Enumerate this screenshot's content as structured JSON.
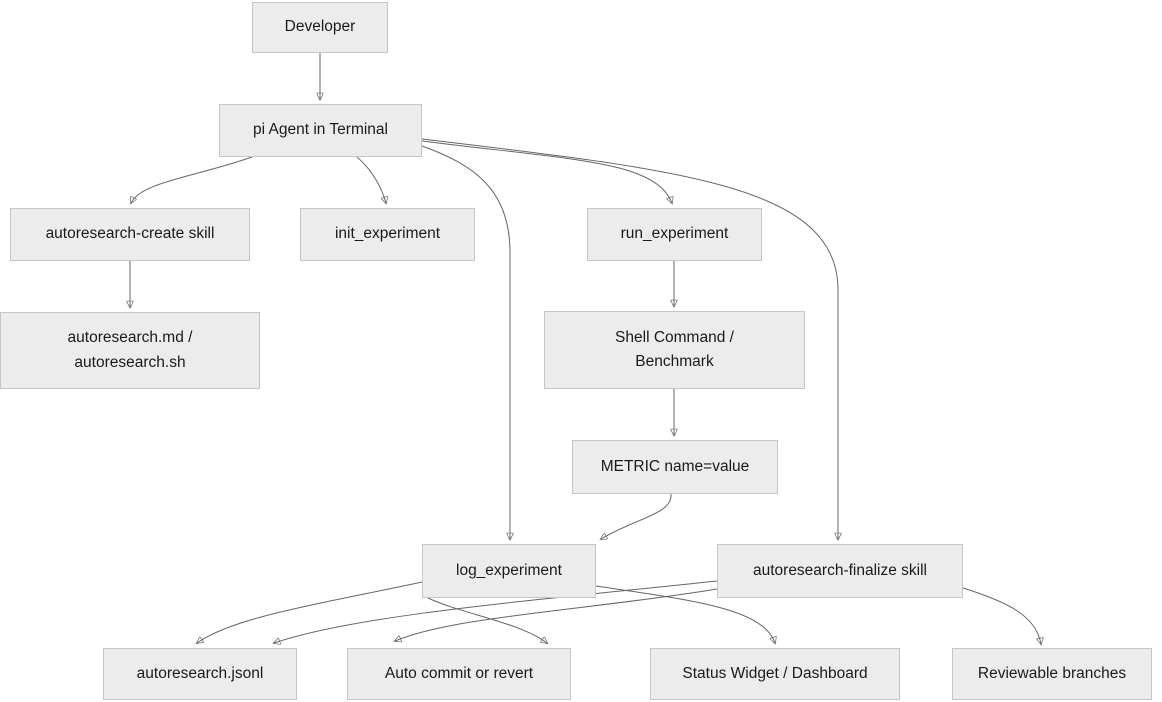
{
  "diagram": {
    "title": "",
    "type": "flowchart",
    "colors": {
      "background": "#ffffff",
      "node_fill": "#ececec",
      "node_border": "#c6c6c6",
      "edge": "#666666",
      "text": "#1a1a1a"
    },
    "nodes": {
      "developer": {
        "label": "Developer"
      },
      "pi_agent": {
        "label": "pi Agent in Terminal"
      },
      "create_skill": {
        "label": "autoresearch-create skill"
      },
      "init_exp": {
        "label": "init_experiment"
      },
      "run_exp": {
        "label": "run_experiment"
      },
      "md_sh": {
        "label": "autoresearch.md / autoresearch.sh",
        "lines": [
          "autoresearch.md /",
          "autoresearch.sh"
        ]
      },
      "shell_bench": {
        "label": "Shell Command / Benchmark",
        "lines": [
          "Shell Command /",
          "Benchmark"
        ]
      },
      "metric": {
        "label": "METRIC name=value"
      },
      "log_exp": {
        "label": "log_experiment"
      },
      "finalize_skill": {
        "label": "autoresearch-finalize skill"
      },
      "jsonl": {
        "label": "autoresearch.jsonl"
      },
      "auto_commit": {
        "label": "Auto commit or revert"
      },
      "status_widget": {
        "label": "Status Widget / Dashboard"
      },
      "reviewable": {
        "label": "Reviewable branches"
      }
    },
    "edges": [
      {
        "from": "developer",
        "to": "pi_agent"
      },
      {
        "from": "pi_agent",
        "to": "create_skill"
      },
      {
        "from": "pi_agent",
        "to": "init_exp"
      },
      {
        "from": "pi_agent",
        "to": "run_exp"
      },
      {
        "from": "pi_agent",
        "to": "log_exp"
      },
      {
        "from": "pi_agent",
        "to": "finalize_skill"
      },
      {
        "from": "create_skill",
        "to": "md_sh"
      },
      {
        "from": "run_exp",
        "to": "shell_bench"
      },
      {
        "from": "shell_bench",
        "to": "metric"
      },
      {
        "from": "metric",
        "to": "log_exp"
      },
      {
        "from": "log_exp",
        "to": "jsonl"
      },
      {
        "from": "log_exp",
        "to": "auto_commit"
      },
      {
        "from": "log_exp",
        "to": "status_widget"
      },
      {
        "from": "finalize_skill",
        "to": "jsonl"
      },
      {
        "from": "finalize_skill",
        "to": "auto_commit"
      },
      {
        "from": "finalize_skill",
        "to": "reviewable"
      }
    ]
  }
}
